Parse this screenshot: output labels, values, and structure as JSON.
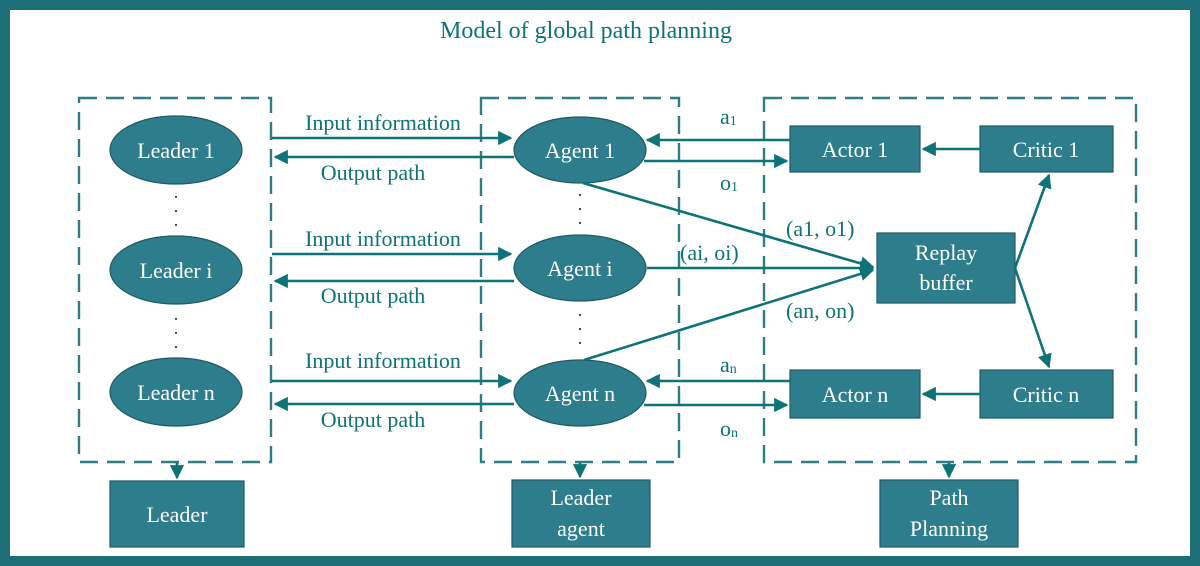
{
  "title": "Model of global path planning",
  "colors": {
    "frame": "#1e6e78",
    "node_fill": "#2e7d8c",
    "node_text": "#ffffff",
    "label_text": "#0d7377",
    "arrow": "#0d7377"
  },
  "leaders": [
    "Leader 1",
    "Leader i",
    "Leader n"
  ],
  "agents": [
    "Agent 1",
    "Agent i",
    "Agent n"
  ],
  "actors": [
    "Actor 1",
    "Actor n"
  ],
  "critics": [
    "Critic 1",
    "Critic n"
  ],
  "replay_buffer": [
    "Replay",
    "buffer"
  ],
  "edge_labels": {
    "input": "Input information",
    "output": "Output path",
    "a1": {
      "base": "a",
      "sub": "1"
    },
    "o1": {
      "base": "o",
      "sub": "1"
    },
    "an": {
      "base": "a",
      "sub": "n"
    },
    "on": {
      "base": "o",
      "sub": "n"
    },
    "pair1": "(a1, o1)",
    "pairi": "(ai, oi)",
    "pairn": "(an, on)"
  },
  "groups": {
    "leader": [
      "Leader"
    ],
    "leader_agent": [
      "Leader",
      "agent"
    ],
    "path_planning": [
      "Path",
      "Planning"
    ]
  },
  "ellipsis": "."
}
